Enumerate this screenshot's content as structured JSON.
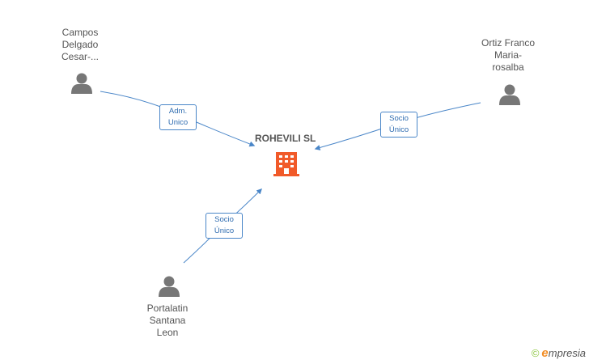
{
  "center": {
    "name": "ROHEVILI SL",
    "icon": "building-icon",
    "color": "#f15a29"
  },
  "people": [
    {
      "id": "campos",
      "lines": [
        "Campos",
        "Delgado",
        "Cesar-..."
      ],
      "icon": "person-icon"
    },
    {
      "id": "ortiz",
      "lines": [
        "Ortiz Franco",
        "Maria-",
        "rosalba"
      ],
      "icon": "person-icon"
    },
    {
      "id": "portalatin",
      "lines": [
        "Portalatin",
        "Santana",
        "Leon"
      ],
      "icon": "person-icon"
    }
  ],
  "roles": [
    {
      "id": "adm-unico",
      "lines": [
        "Adm.",
        "Unico"
      ]
    },
    {
      "id": "socio-unico-ortiz",
      "lines": [
        "Socio",
        "Único"
      ]
    },
    {
      "id": "socio-unico-portalatin",
      "lines": [
        "Socio",
        "Único"
      ]
    }
  ],
  "brand": {
    "copyright": "©",
    "initial": "e",
    "name": "mpresia"
  },
  "colors": {
    "link": "#4a86c8",
    "person": "#777777",
    "building": "#f15a29"
  }
}
